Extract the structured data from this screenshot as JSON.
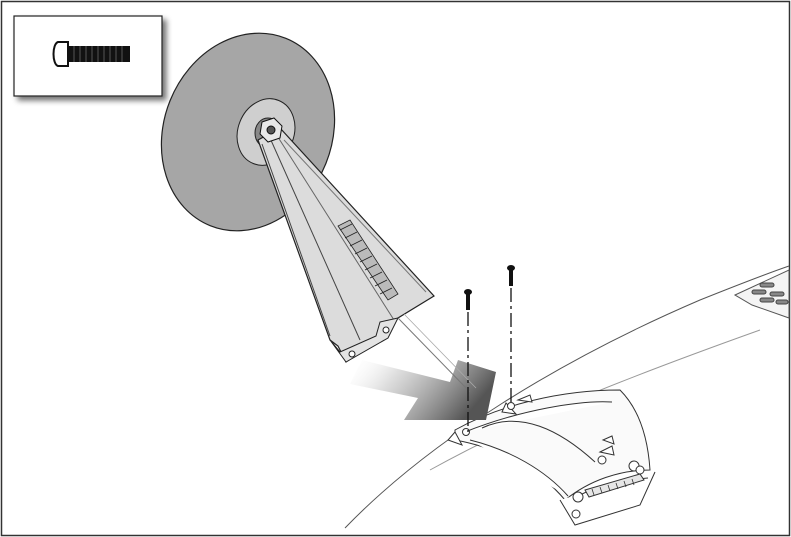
{
  "figure": {
    "kind": "assembly-illustration",
    "parts_callout_icon": "button-head-screw-icon",
    "parts": [
      "wheel-pant-fairing",
      "landing-gear-leg",
      "wheel",
      "mounting-screw",
      "mounting-screw",
      "fuselage-bottom"
    ],
    "colors": {
      "outline": "#1a1a1a",
      "wheel_fill": "#a6a6a6",
      "hub_fill": "#cfcfcf",
      "leg_fill": "#d9d9d9",
      "arrow_dark": "#555555",
      "arrow_light": "#f2f2f2",
      "callout_shadow": "#8c8c8c",
      "screw_fill": "#111111"
    }
  }
}
